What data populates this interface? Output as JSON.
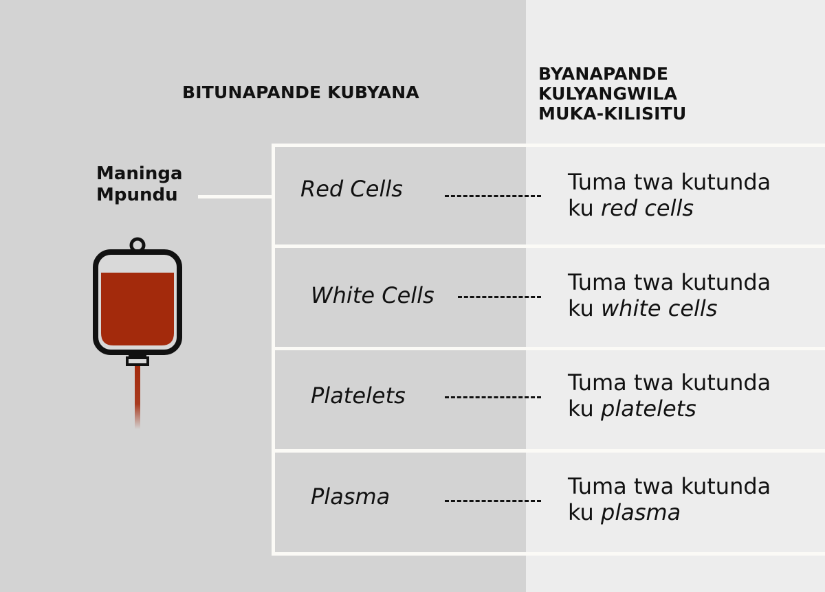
{
  "headings": {
    "left": "BITUNAPANDE KUBYANA",
    "right": [
      "BYANAPANDE",
      "KULYANGWILA",
      "MUKA-KILISITU"
    ]
  },
  "source": {
    "lines": [
      "Maninga",
      "Mpundu"
    ]
  },
  "rows": [
    {
      "component": "Red Cells",
      "desc_prefix": "Tuma twa kutunda",
      "desc_ku": "ku",
      "desc_italic": "red cells"
    },
    {
      "component": "White Cells",
      "desc_prefix": "Tuma twa kutunda",
      "desc_ku": "ku",
      "desc_italic": "white cells"
    },
    {
      "component": "Platelets",
      "desc_prefix": "Tuma twa kutunda",
      "desc_ku": "ku",
      "desc_italic": "platelets"
    },
    {
      "component": "Plasma",
      "desc_prefix": "Tuma twa kutunda",
      "desc_ku": "ku",
      "desc_italic": "plasma"
    }
  ],
  "icons": {
    "bag": "blood-bag-icon"
  },
  "colors": {
    "blood": "#a32a0c",
    "left_bg": "#d3d3d3",
    "right_bg": "#ededed",
    "lines": "#fbfaf6"
  }
}
